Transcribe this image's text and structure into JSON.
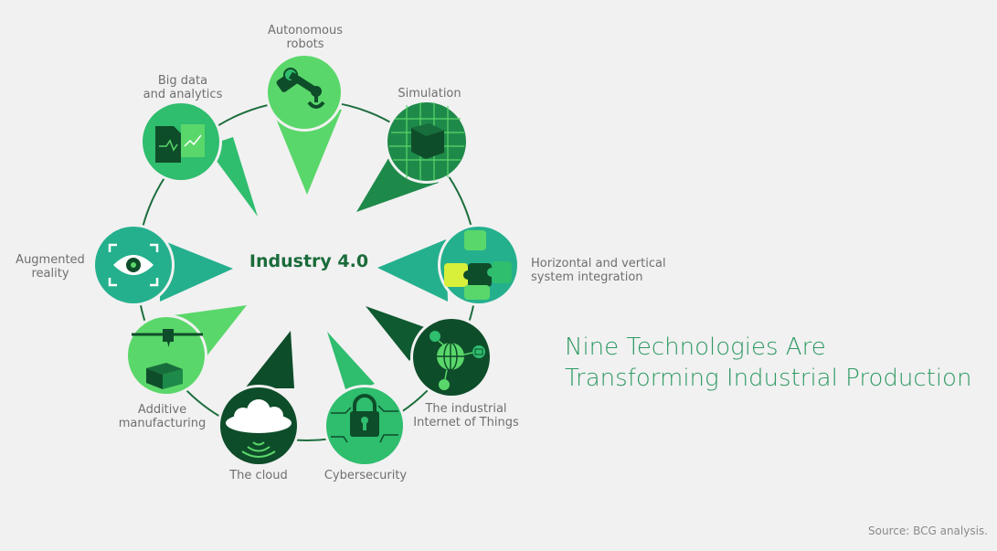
{
  "diagram": {
    "center_label": "Industry 4.0",
    "headline": "Nine Technologies Are\nTransforming Industrial Production",
    "source": "Source: BCG analysis.",
    "technologies": [
      {
        "key": "robots",
        "label": "Autonomous\nrobots"
      },
      {
        "key": "simulation",
        "label": "Simulation"
      },
      {
        "key": "integration",
        "label": "Horizontal and vertical\nsystem integration"
      },
      {
        "key": "iot",
        "label": "The industrial\nInternet of Things"
      },
      {
        "key": "cyber",
        "label": "Cybersecurity"
      },
      {
        "key": "cloud",
        "label": "The cloud"
      },
      {
        "key": "additive",
        "label": "Additive\nmanufacturing"
      },
      {
        "key": "ar",
        "label": "Augmented\nreality"
      },
      {
        "key": "bigdata",
        "label": "Big data\nand analytics"
      }
    ]
  },
  "colors": {
    "bright_green": "#5ad76a",
    "mid_green": "#2fbd6e",
    "teal": "#25b08d",
    "dark_green": "#176e3c",
    "deep_green": "#0e4d2a",
    "ring": "#1d6e3d"
  }
}
